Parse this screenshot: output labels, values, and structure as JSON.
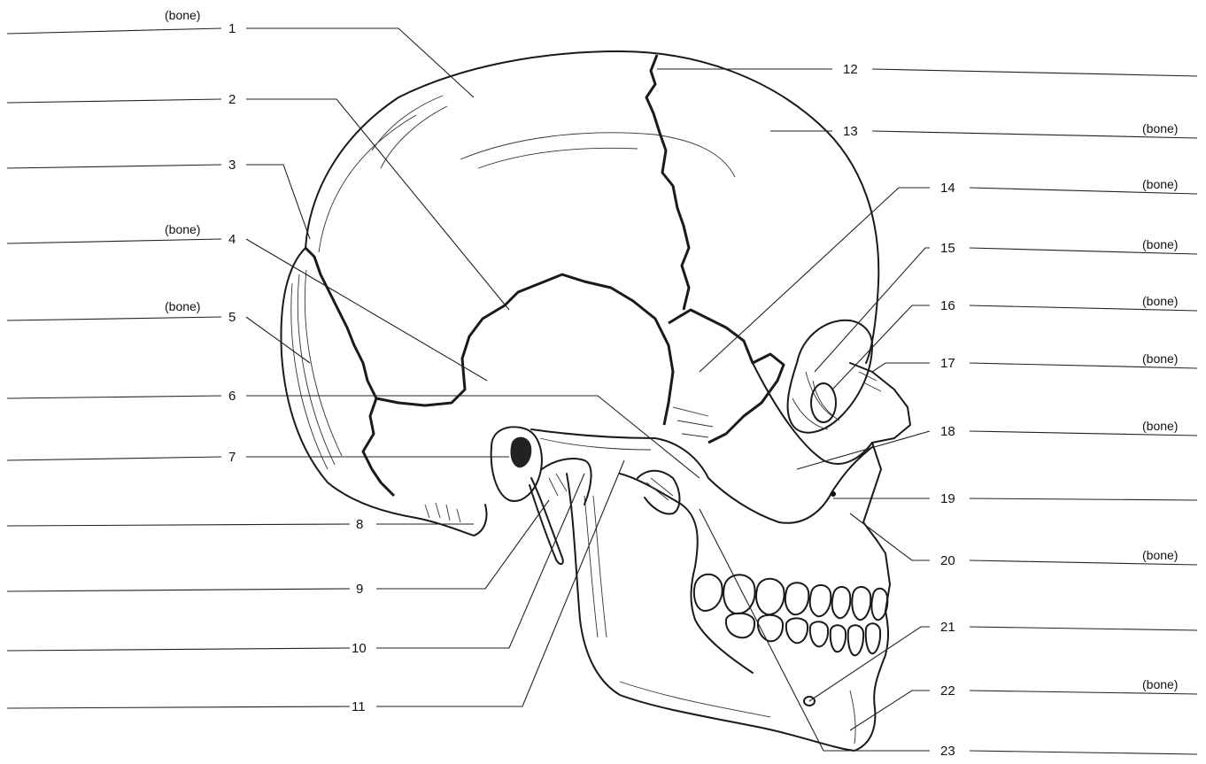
{
  "bone_word": "(bone)",
  "labels": [
    {
      "num": "1",
      "bone": true
    },
    {
      "num": "2",
      "bone": false
    },
    {
      "num": "3",
      "bone": false
    },
    {
      "num": "4",
      "bone": true
    },
    {
      "num": "5",
      "bone": true
    },
    {
      "num": "6",
      "bone": false
    },
    {
      "num": "7",
      "bone": false
    },
    {
      "num": "8",
      "bone": false
    },
    {
      "num": "9",
      "bone": false
    },
    {
      "num": "10",
      "bone": false
    },
    {
      "num": "11",
      "bone": false
    },
    {
      "num": "12",
      "bone": false
    },
    {
      "num": "13",
      "bone": true
    },
    {
      "num": "14",
      "bone": true
    },
    {
      "num": "15",
      "bone": true
    },
    {
      "num": "16",
      "bone": true
    },
    {
      "num": "17",
      "bone": true
    },
    {
      "num": "18",
      "bone": true
    },
    {
      "num": "19",
      "bone": false
    },
    {
      "num": "20",
      "bone": true
    },
    {
      "num": "21",
      "bone": false
    },
    {
      "num": "22",
      "bone": true
    },
    {
      "num": "23",
      "bone": false
    }
  ],
  "colors": {
    "ink": "#1a1a1a",
    "paper": "#ffffff"
  }
}
